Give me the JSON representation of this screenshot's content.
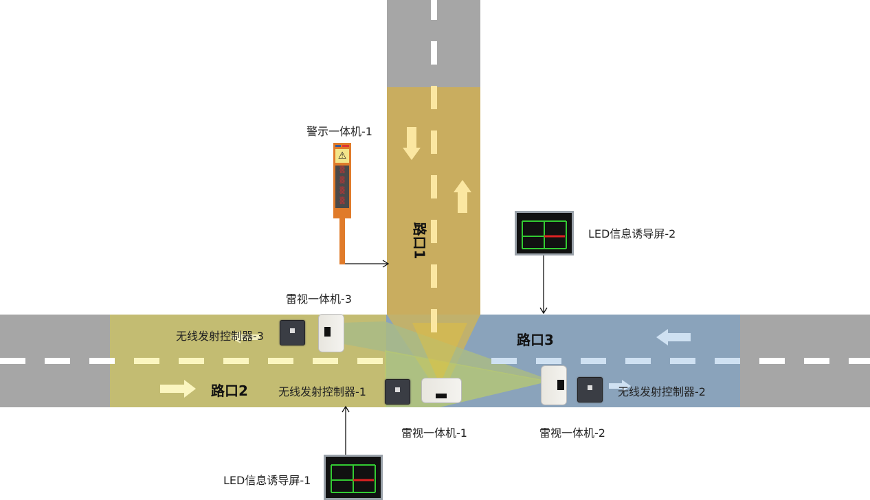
{
  "roads": {
    "road_1": "路口1",
    "road_2": "路口2",
    "road_3": "路口3"
  },
  "devices": {
    "warning_unit_1": "警示一体机-1",
    "led_screen_1": "LED信息诱导屏-1",
    "led_screen_2": "LED信息诱导屏-2",
    "radar_unit_1": "雷视一体机-1",
    "radar_unit_2": "雷视一体机-2",
    "radar_unit_3": "雷视一体机-3",
    "controller_1": "无线发射控制器-1",
    "controller_2": "无线发射控制器-2",
    "controller_3": "无线发射控制器-3"
  },
  "colors": {
    "road": "#a6a6a6",
    "zone_1": "#c9ad5f",
    "zone_2": "#c3bc72",
    "zone_3": "#8aa3bb",
    "warning_pole": "#e07b2a"
  }
}
